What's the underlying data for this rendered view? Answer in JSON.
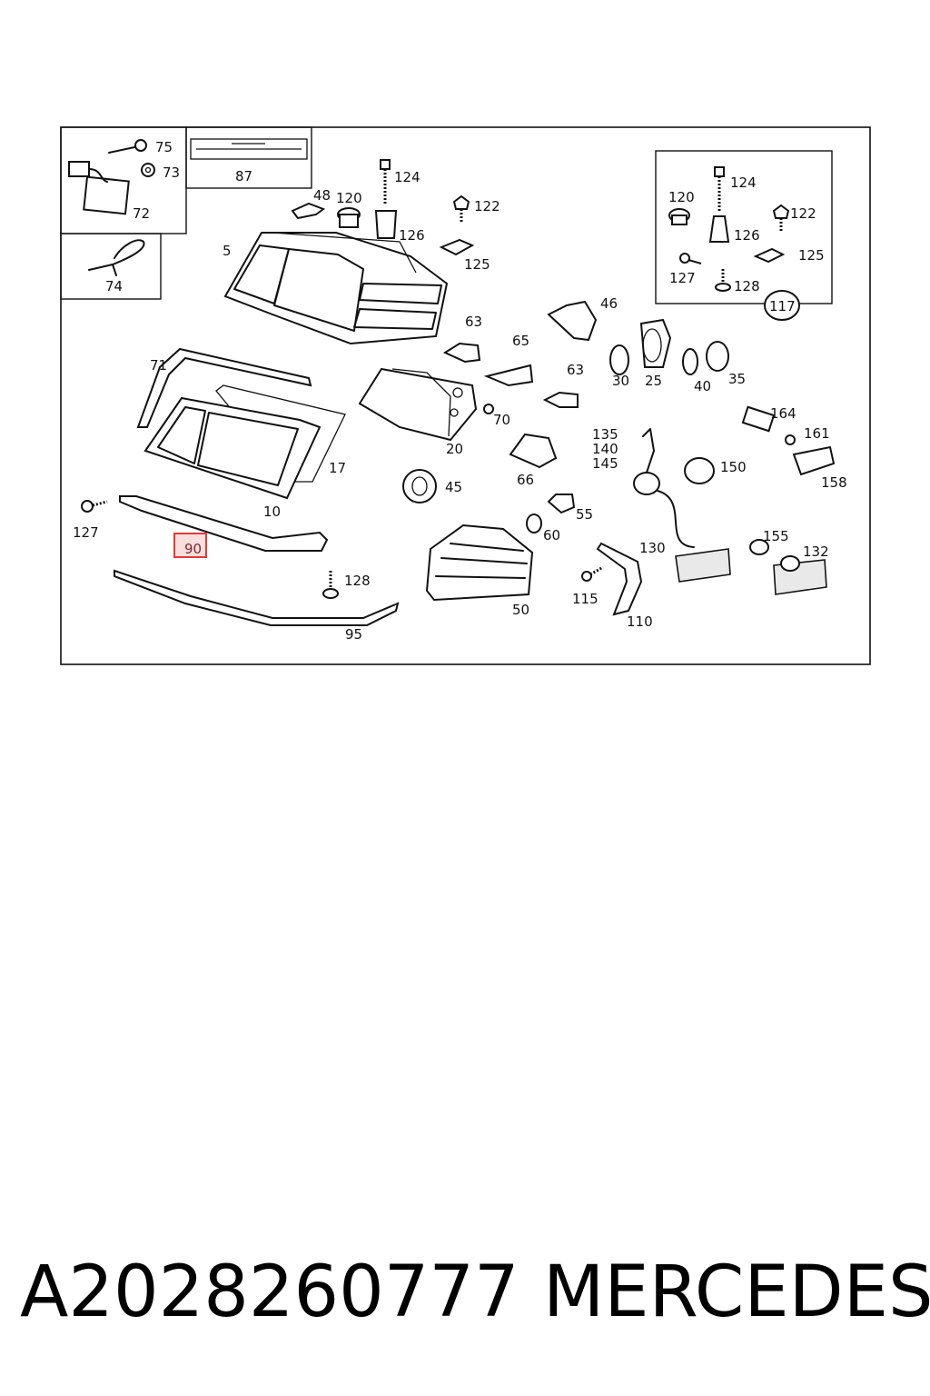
{
  "labels": {
    "c75": "75",
    "c73": "73",
    "c72": "72",
    "c87": "87",
    "c74": "74",
    "c48": "48",
    "c120": "120",
    "c124": "124",
    "c126": "126",
    "c122": "122",
    "c125": "125",
    "c5": "5",
    "c71": "71",
    "c10": "10",
    "c17": "17",
    "c127": "127",
    "c90": "90",
    "c128": "128",
    "c95": "95",
    "c63a": "63",
    "c65": "65",
    "c63b": "63",
    "c70": "70",
    "c20": "20",
    "c46": "46",
    "c30": "30",
    "c25": "25",
    "c40": "40",
    "c35": "35",
    "c66": "66",
    "c45": "45",
    "c55": "55",
    "c60": "60",
    "c50": "50",
    "c135": "135",
    "c140": "140",
    "c145": "145",
    "c150": "150",
    "c130": "130",
    "c115": "115",
    "c110": "110",
    "c164": "164",
    "c161": "161",
    "c158": "158",
    "c155": "155",
    "c132": "132",
    "k124": "124",
    "k120": "120",
    "k122": "122",
    "k126": "126",
    "k125": "125",
    "k127": "127",
    "k128": "128",
    "k117": "117"
  },
  "highlighted_callout": "90",
  "highlight_color": "#e53935",
  "caption": {
    "part_number": "A2028260777",
    "brand": "MERCEDES"
  }
}
